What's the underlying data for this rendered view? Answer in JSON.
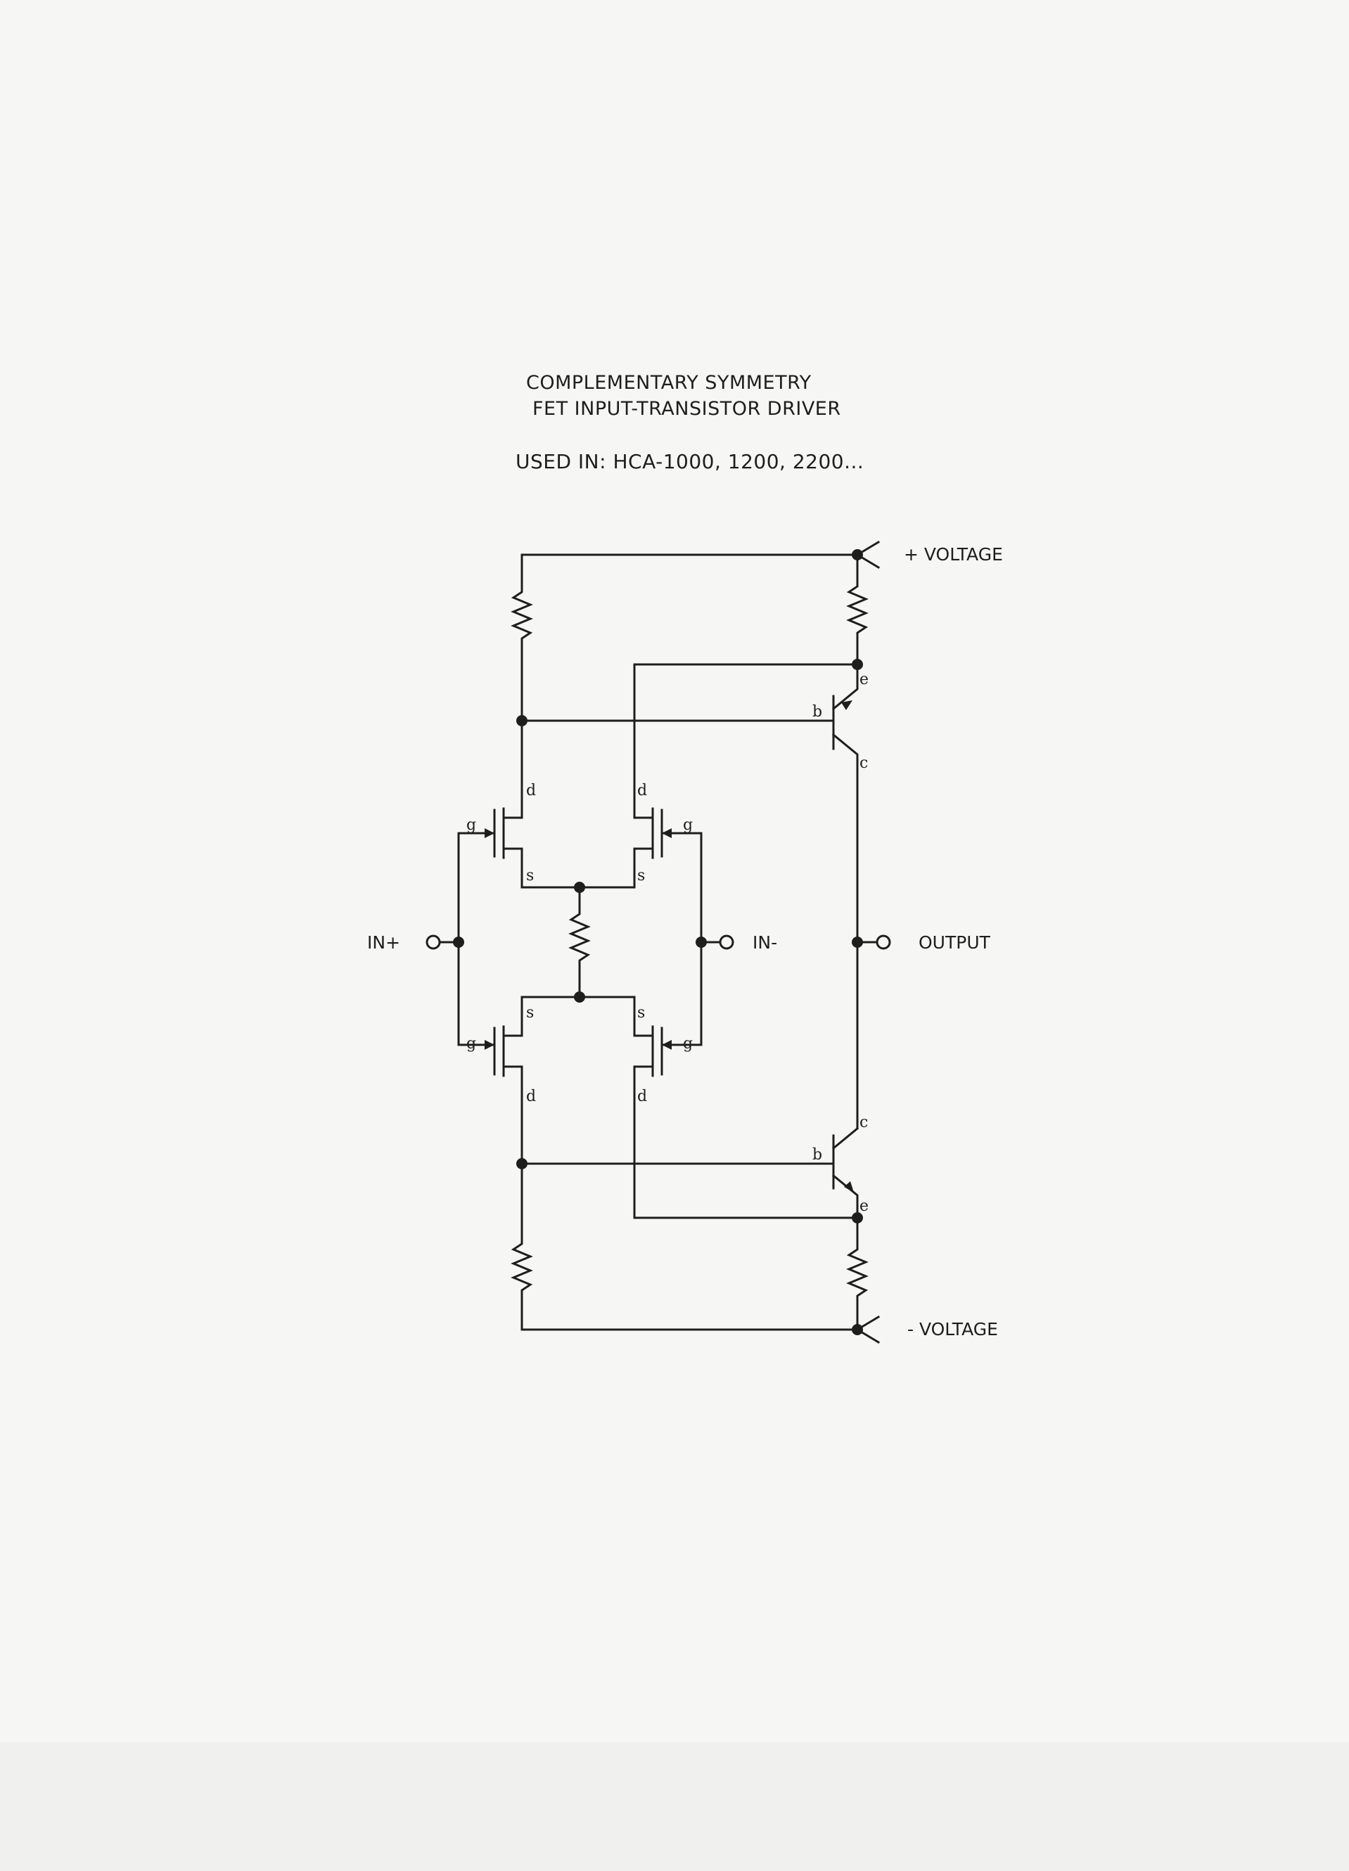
{
  "title": {
    "line1": "COMPLEMENTARY SYMMETRY",
    "line2": "FET INPUT-TRANSISTOR DRIVER",
    "used_in": "USED IN:  HCA-1000, 1200, 2200..."
  },
  "terminals": {
    "plus_voltage": "+ VOLTAGE",
    "minus_voltage": "- VOLTAGE",
    "in_plus": "IN+",
    "in_minus": "IN-",
    "output": "OUTPUT"
  },
  "pins": {
    "drain": "d",
    "source": "s",
    "gate": "g",
    "base": "b",
    "collector": "c",
    "emitter": "e"
  },
  "colors": {
    "ink": "#1e1e1e",
    "paper": "#f6f6f5"
  }
}
